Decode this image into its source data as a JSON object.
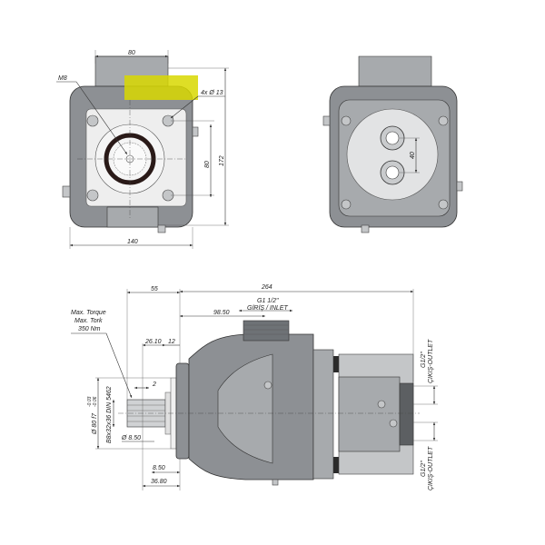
{
  "front_view": {
    "width_top": "80",
    "thread": "M8",
    "holes": "4x Ø 13",
    "bolt_spacing": "80",
    "height": "172",
    "width": "140",
    "highlight_color": "#d8d800"
  },
  "rear_view": {
    "port_spacing": "40"
  },
  "side_view": {
    "dim_55": "55",
    "dim_264": "264",
    "dim_98_50": "98.50",
    "inlet_size": "G1 1/2\"",
    "inlet_label": "GİRİŞ / INLET",
    "torque_1": "Max. Torque",
    "torque_2": "Max. Tork",
    "torque_3": "350 Nm",
    "dim_26_10": "26.10",
    "dim_12": "12",
    "dim_2": "2",
    "shaft_dia": "Ø 80 f7",
    "shaft_tol_upper": "-0.03",
    "shaft_tol_lower": "-0.06",
    "spline": "B8x32x36 DIN 5462",
    "hole_dia": "Ø 8.50",
    "dim_8_50": "8.50",
    "dim_36_80": "36.80",
    "outlet_top_size": "G1/2\"",
    "outlet_top_label": "ÇIKIŞ-OUTLET",
    "outlet_bottom_size": "G1/2\"",
    "outlet_bottom_label": "ÇIKIŞ-OUTLET"
  }
}
